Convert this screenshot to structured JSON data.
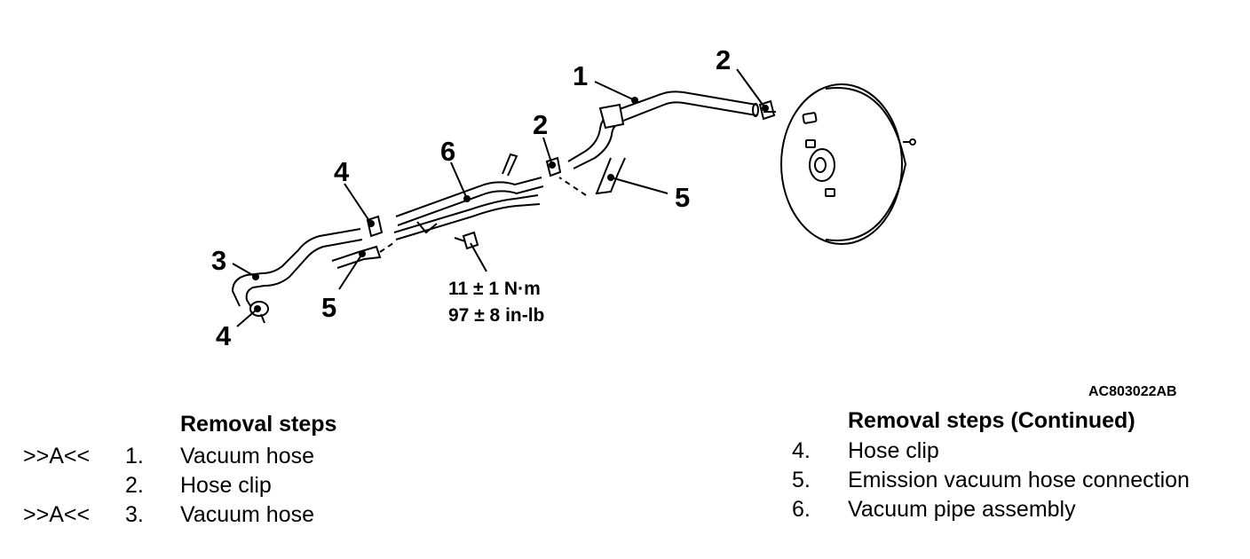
{
  "figure_id": "AC803022AB",
  "callouts": {
    "c1": "1",
    "c2a": "2",
    "c2b": "2",
    "c3": "3",
    "c4a": "4",
    "c4b": "4",
    "c5a": "5",
    "c5b": "5",
    "c6": "6"
  },
  "torque": {
    "metric": "11 ± 1 N·m",
    "imperial": "97 ± 8 in-lb"
  },
  "removal_steps": {
    "heading": "Removal steps",
    "items": [
      {
        "mark": ">>A<<",
        "num": "1.",
        "text": "Vacuum hose"
      },
      {
        "mark": "",
        "num": "2.",
        "text": "Hose clip"
      },
      {
        "mark": ">>A<<",
        "num": "3.",
        "text": "Vacuum hose"
      }
    ]
  },
  "removal_steps_continued": {
    "heading": "Removal steps (Continued)",
    "items": [
      {
        "num": "4.",
        "text": "Hose clip"
      },
      {
        "num": "5.",
        "text": "Emission vacuum hose connection"
      },
      {
        "num": "6.",
        "text": "Vacuum pipe assembly"
      }
    ]
  }
}
